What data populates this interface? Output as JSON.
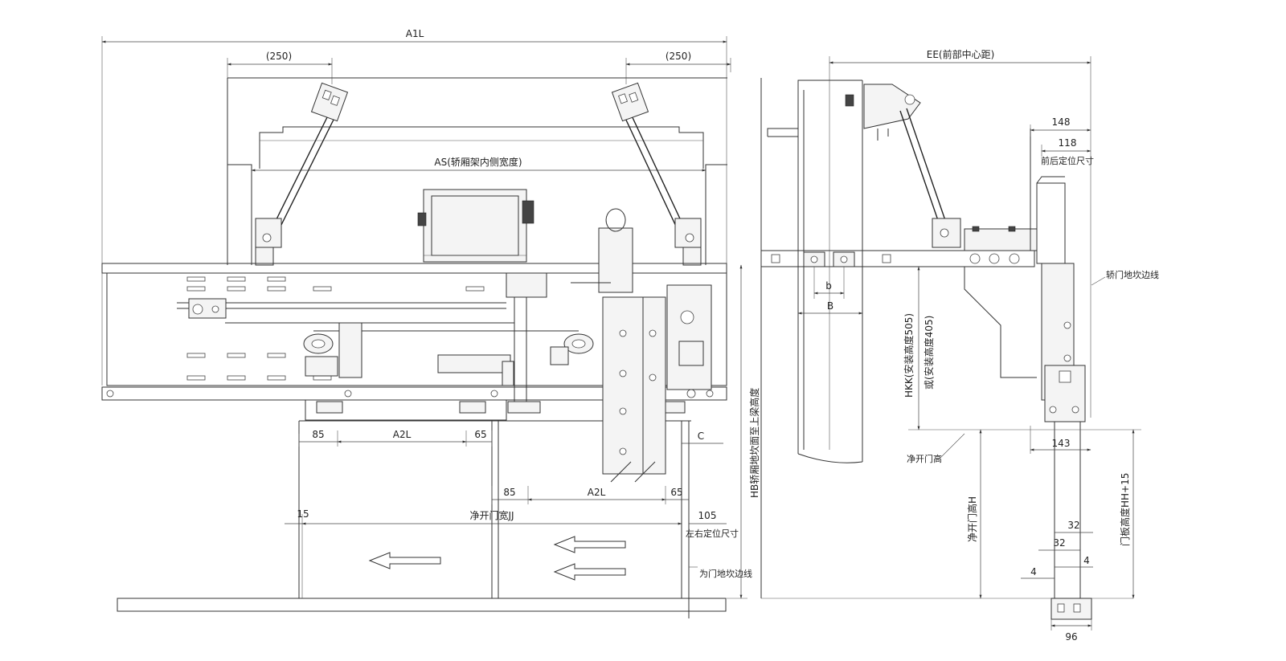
{
  "front_view": {
    "overall_width": "A1L",
    "operator_offset_left": "(250)",
    "operator_offset_right": "(250)",
    "frame_inner_width": "AS(轿厢架内侧宽度)",
    "panel_85_left": "85",
    "panel_width_left": "A2L",
    "panel_65_left": "65",
    "c_dim": "C",
    "panel_85_right": "85",
    "panel_width_right": "A2L",
    "panel_65_right": "65",
    "clear_opening_width": "净开门宽JJ",
    "gap_15": "15",
    "offset_105": "105",
    "lr_position_dim": "左右定位尺寸",
    "sill_edge_line": "为门地坎边线"
  },
  "side_view": {
    "front_center_distance": "EE(前部中心距)",
    "dim_148": "148",
    "dim_118": "118",
    "front_back_position": "前后定位尺寸",
    "car_sill_edge": "轿门地坎边线",
    "small_b": "b",
    "big_b": "B",
    "install_height": "HKK(安装高度505)",
    "install_height_alt": "或(安装高度405)",
    "sill_to_beam_height": "HB轿厢地坎面至上梁高度",
    "clear_height_label": "净开门高",
    "dim_143": "143",
    "clear_height_hh": "净开门高H",
    "door_panel_height": "门板高度HH+15",
    "dim_32a": "32",
    "dim_32b": "32",
    "dim_4a": "4",
    "dim_4b": "4",
    "dim_96": "96"
  },
  "icons": [
    "arrow-left-icon",
    "arrow-left-icon",
    "arrow-left-icon"
  ]
}
